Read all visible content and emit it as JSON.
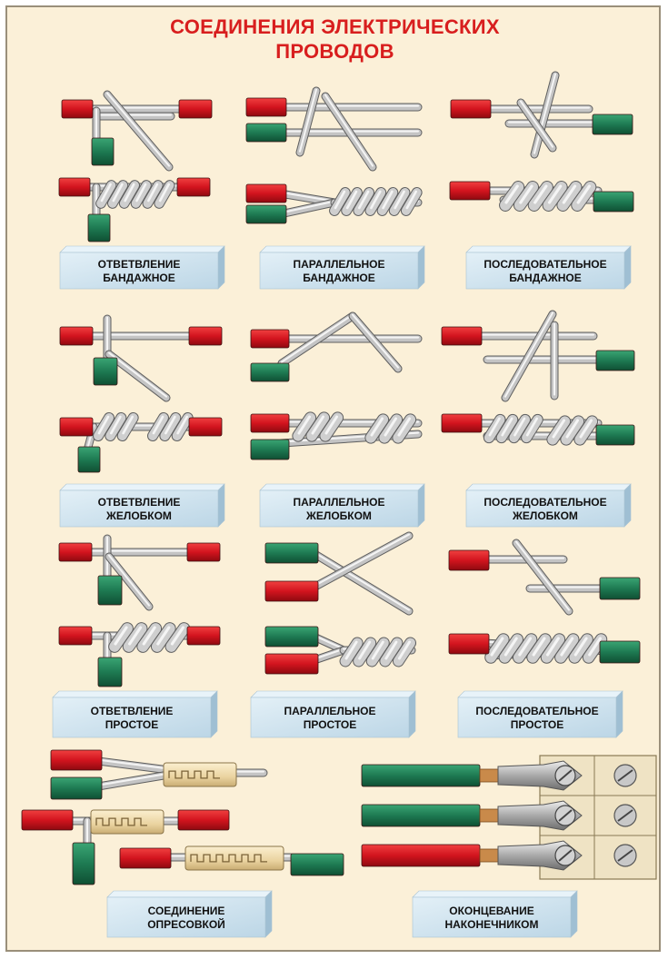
{
  "title": {
    "line1": "СОЕДИНЕНИЯ ЭЛЕКТРИЧЕСКИХ",
    "line2": "ПРОВОДОВ",
    "color": "#d81e1e"
  },
  "colors": {
    "background": "#fbf0d8",
    "wire": "#b8b8b8",
    "insulation_red": "#d2141e",
    "insulation_green": "#1e7a52",
    "sleeve": "#f0ddb0",
    "label_box": "#cde3ef"
  },
  "labels": {
    "branch_bandage": [
      "ОТВЕТВЛЕНИЕ",
      "БАНДАЖНОЕ"
    ],
    "parallel_bandage": [
      "ПАРАЛЛЕЛЬНОЕ",
      "БАНДАЖНОЕ"
    ],
    "serial_bandage": [
      "ПОСЛЕДОВАТЕЛЬНОЕ",
      "БАНДАЖНОЕ"
    ],
    "branch_groove": [
      "ОТВЕТВЛЕНИЕ",
      "ЖЕЛОБКОМ"
    ],
    "parallel_groove": [
      "ПАРАЛЛЕЛЬНОЕ",
      "ЖЕЛОБКОМ"
    ],
    "serial_groove": [
      "ПОСЛЕДОВАТЕЛЬНОЕ",
      "ЖЕЛОБКОМ"
    ],
    "branch_simple": [
      "ОТВЕТВЛЕНИЕ",
      "ПРОСТОЕ"
    ],
    "parallel_simple": [
      "ПАРАЛЛЕЛЬНОЕ",
      "ПРОСТОЕ"
    ],
    "serial_simple": [
      "ПОСЛЕДОВАТЕЛЬНОЕ",
      "ПРОСТОЕ"
    ],
    "crimp": [
      "СОЕДИНЕНИЕ",
      "ОПРЕСОВКОЙ"
    ],
    "lug": [
      "ОКОНЦЕВАНИЕ",
      "НАКОНЕЧНИКОМ"
    ]
  }
}
